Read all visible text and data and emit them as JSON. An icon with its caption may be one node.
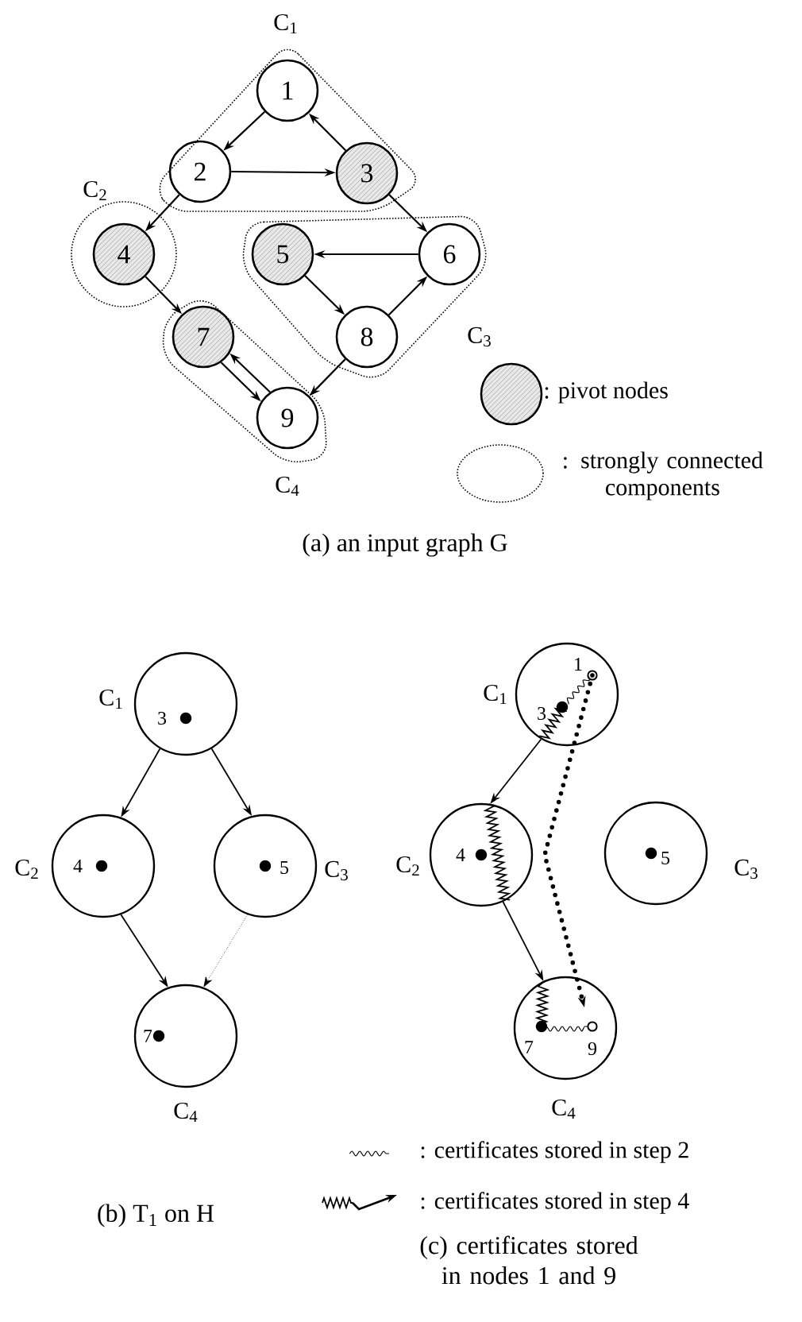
{
  "diagram": {
    "nodes": [
      {
        "text": [
          "C$_{1}$"
        ]
      },
      {
        "text": [
          "1"
        ],
        "in": 0
      },
      {
        "text": [
          "2"
        ],
        "in": 0
      },
      {
        "text": [
          "3"
        ],
        "in": 0
      },
      {
        "text": [
          "C$_{2}$"
        ]
      },
      {
        "text": [
          "4"
        ],
        "in": 4
      },
      {
        "text": [
          "C$_{3}$"
        ]
      },
      {
        "text": [
          "5"
        ],
        "in": 6
      },
      {
        "text": [
          "6"
        ],
        "in": 6
      },
      {
        "text": [
          "8"
        ],
        "in": 6
      },
      {
        "text": [
          "C$_{4}$"
        ]
      },
      {
        "text": [
          "7"
        ],
        "in": 10
      },
      {
        "text": [
          "9"
        ],
        "in": 10
      },
      {
        "text": [
          "3"
        ],
        "beside": [
          "C$_{1}$"
        ]
      },
      {
        "text": [
          "4"
        ],
        "beside": [
          "C$_{2}$"
        ]
      },
      {
        "text": [
          "5"
        ],
        "beside": [
          "C$_{3}$"
        ]
      },
      {
        "text": [
          "7"
        ],
        "beside": [
          "C$_{4}$"
        ]
      },
      {
        "text": [
          "1",
          "3"
        ],
        "beside": [
          "C$_{1}$"
        ]
      },
      {
        "text": [
          "4"
        ],
        "beside": [
          "C$_{2}$"
        ]
      },
      {
        "text": [
          "5"
        ],
        "beside": [
          "C$_{3}$"
        ]
      },
      {
        "text": [
          "7",
          "9"
        ],
        "beside": [
          "C$_{4}$"
        ]
      }
    ],
    "edges": [
      {
        "from": 1,
        "to": 2,
        "arrow": "to"
      },
      {
        "from": 3,
        "to": 1,
        "arrow": "to"
      },
      {
        "from": 2,
        "to": 3,
        "arrow": "to"
      },
      {
        "from": 3,
        "to": 8,
        "arrow": "to"
      },
      {
        "from": 2,
        "to": 5,
        "arrow": "to"
      },
      {
        "from": 8,
        "to": 7,
        "arrow": "to"
      },
      {
        "from": 7,
        "to": 9,
        "arrow": "to"
      },
      {
        "from": 9,
        "to": 8,
        "arrow": "to"
      },
      {
        "from": 5,
        "to": 11,
        "arrow": "to"
      },
      {
        "from": 9,
        "to": 12,
        "arrow": "to"
      },
      {
        "from": 11,
        "to": 12,
        "arrow": "to"
      },
      {
        "from": 12,
        "to": 11,
        "arrow": "to"
      },
      {
        "from": 13,
        "to": 14,
        "arrow": "to"
      },
      {
        "from": 13,
        "to": 15,
        "arrow": "to"
      },
      {
        "from": 14,
        "to": 16,
        "arrow": "to"
      },
      {
        "from": 15,
        "to": 16,
        "arrow": "to",
        "style": "dashed"
      },
      {
        "from": 17,
        "to": 18,
        "arrow": "to"
      },
      {
        "from": 18,
        "to": 20,
        "arrow": "to"
      },
      {
        "from": 17,
        "to": 20,
        "arrow": "to",
        "style": "dashed"
      }
    ],
    "labels": [
      "(a) an input graph G",
      "(b) T$_{1}$ on H",
      "(c) certificates stored in nodes 1 and 9"
    ],
    "legend": [
      {
        "text": ": pivot nodes"
      },
      {
        "text": ": strongly connected components"
      },
      {
        "text": ": certificates stored in step 2"
      },
      {
        "text": ": certificates stored in step 4"
      }
    ]
  }
}
